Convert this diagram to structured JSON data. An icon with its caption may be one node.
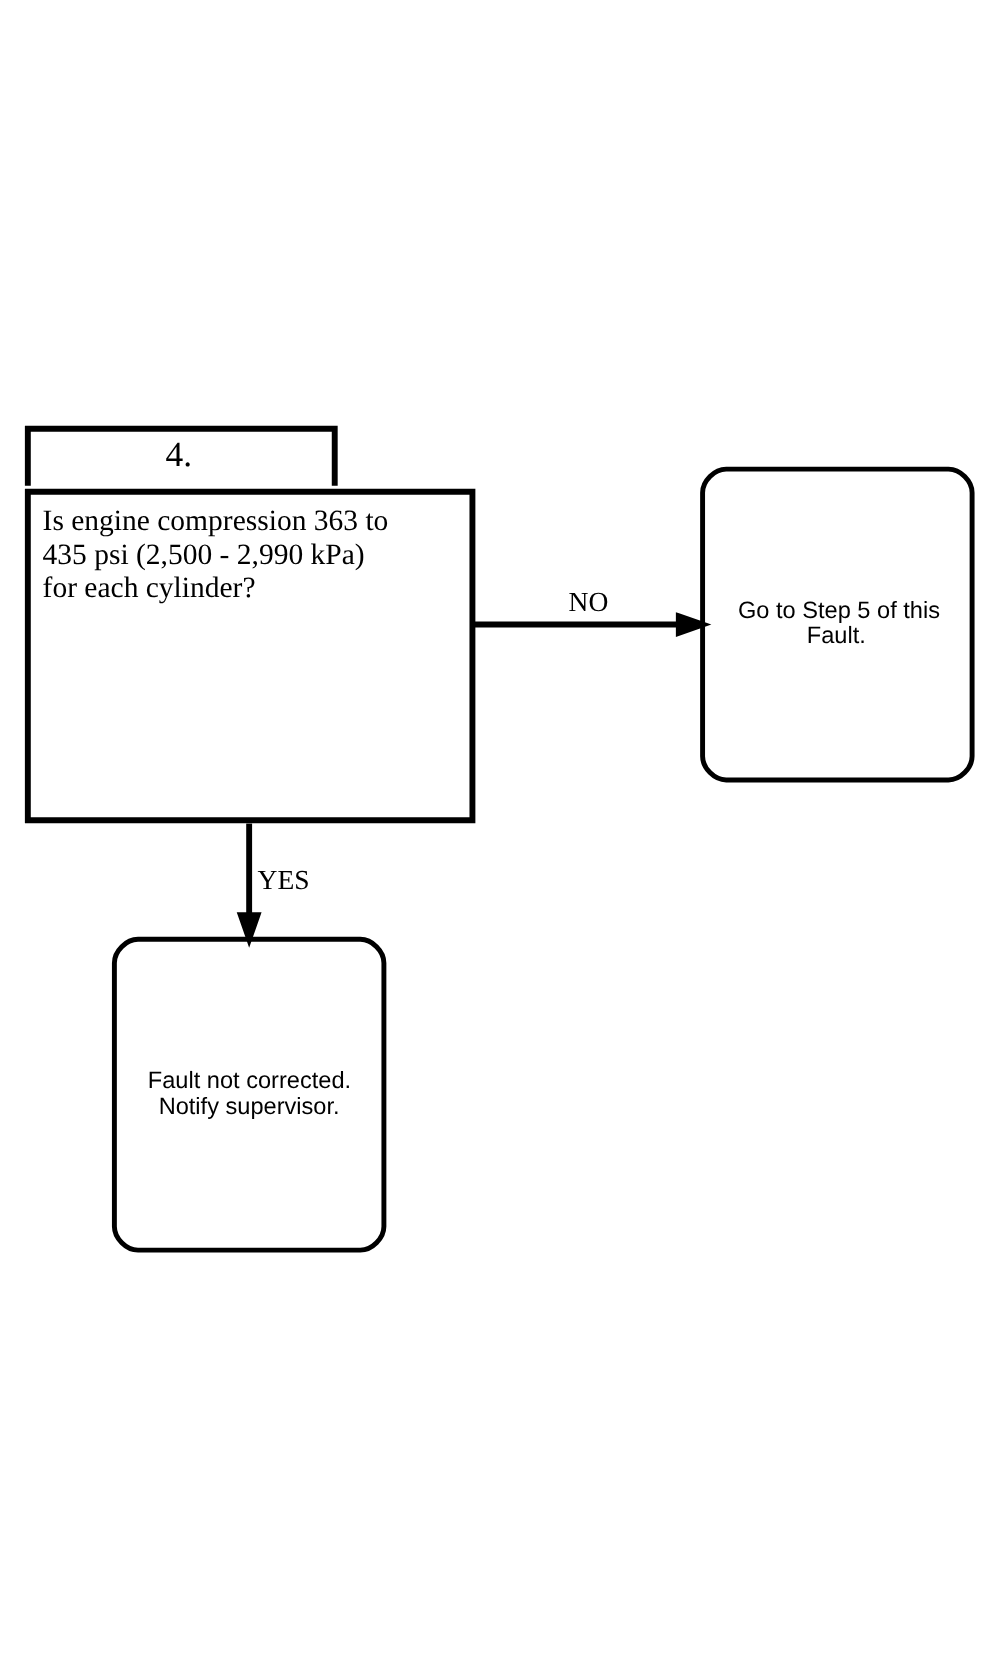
{
  "diagram": {
    "nodes": [
      {
        "text": [
          "4.",
          "Is engine compression 363 to 435 psi (2,500 - 2,990 kPa) for each cylinder?"
        ]
      },
      {
        "text": [
          "Go to Step 5 of this Fault."
        ]
      },
      {
        "text": [
          "Fault not corrected. Notify supervisor."
        ]
      }
    ],
    "edges": [
      {
        "from": 0,
        "to": 1,
        "label": "NO",
        "arrow": "to"
      },
      {
        "from": 0,
        "to": 2,
        "label": "YES",
        "arrow": "to"
      }
    ]
  }
}
